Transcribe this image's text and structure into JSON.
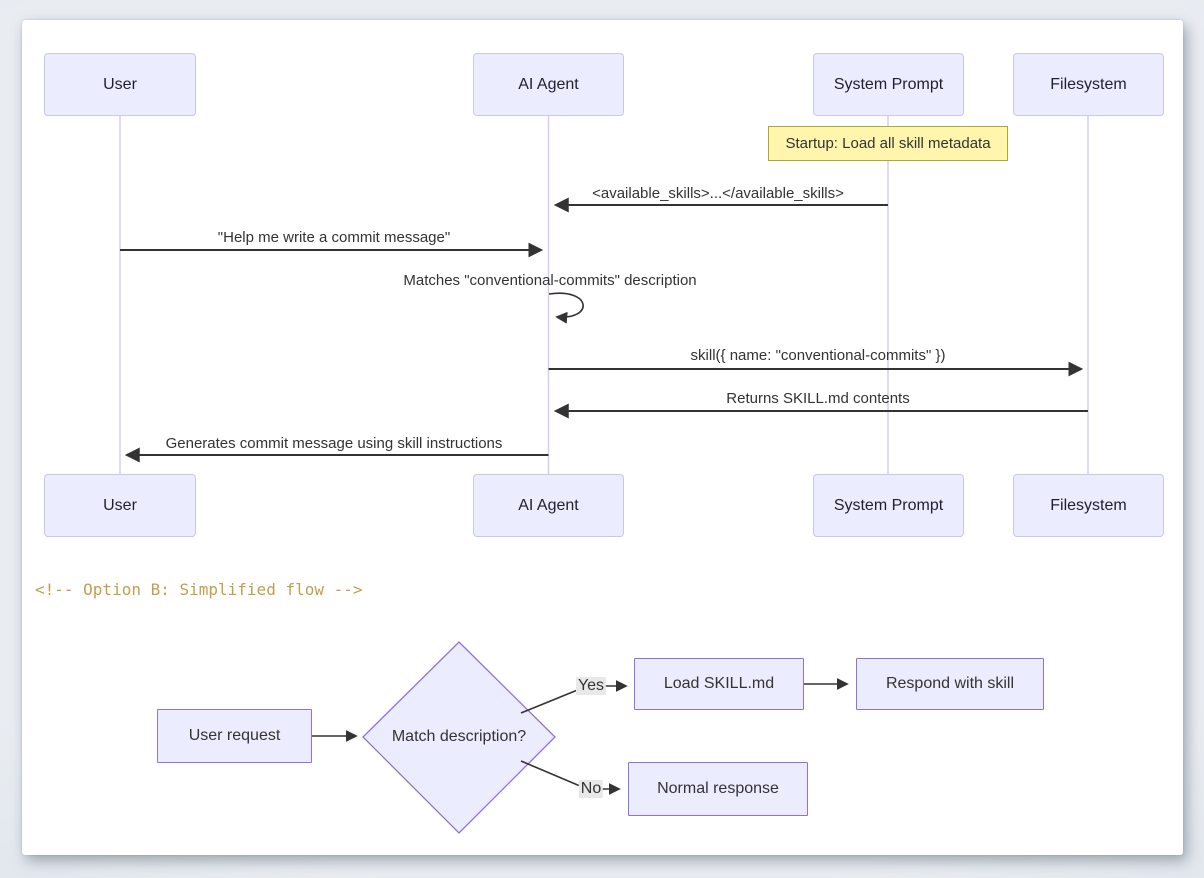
{
  "sequence": {
    "actors": [
      {
        "label": "User"
      },
      {
        "label": "AI Agent"
      },
      {
        "label": "System Prompt"
      },
      {
        "label": "Filesystem"
      }
    ],
    "note": "Startup: Load all skill metadata",
    "messages": [
      {
        "from": "System Prompt",
        "to": "AI Agent",
        "text": "<available_skills>...</available_skills>"
      },
      {
        "from": "User",
        "to": "AI Agent",
        "text": "\"Help me write a commit message\""
      },
      {
        "from": "AI Agent",
        "to": "AI Agent",
        "text": "Matches \"conventional-commits\" description"
      },
      {
        "from": "AI Agent",
        "to": "Filesystem",
        "text": "skill({ name: \"conventional-commits\" })"
      },
      {
        "from": "Filesystem",
        "to": "AI Agent",
        "text": "Returns SKILL.md contents"
      },
      {
        "from": "AI Agent",
        "to": "User",
        "text": "Generates commit message using skill instructions"
      }
    ]
  },
  "comment": "<!-- Option B: Simplified flow -->",
  "flowchart": {
    "nodes": {
      "user_request": "User request",
      "decision": "Match description?",
      "load_skill": "Load SKILL.md",
      "respond": "Respond with skill",
      "normal": "Normal response"
    },
    "edge_labels": {
      "yes": "Yes",
      "no": "No"
    }
  },
  "colors": {
    "node_fill": "#ECECFF",
    "actor_border": "#c9c9e3",
    "flow_border": "#9370DB",
    "lifeline": "#d8cdec",
    "arrow": "#333333",
    "note_fill": "#fff5ad",
    "note_border": "#aaaa33",
    "comment_text": "#c0a050",
    "edge_label_bg": "#e8e8e8",
    "canvas": "#ffffff",
    "page_bg": "#d9e0e8"
  }
}
